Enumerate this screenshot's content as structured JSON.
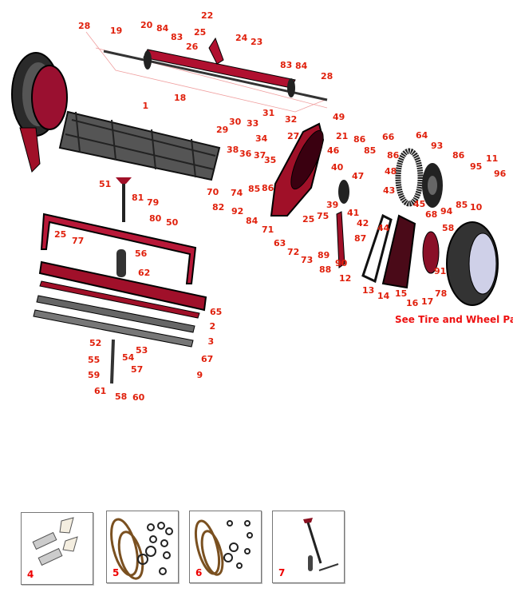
{
  "diagram": {
    "callouts": [
      "28",
      "19",
      "20",
      "84",
      "83",
      "22",
      "25",
      "24",
      "23",
      "26",
      "83",
      "84",
      "28",
      "18",
      "1",
      "31",
      "30",
      "33",
      "32",
      "49",
      "29",
      "27",
      "34",
      "21",
      "86",
      "66",
      "64",
      "38",
      "36",
      "37",
      "85",
      "93",
      "46",
      "35",
      "86",
      "86",
      "11",
      "48",
      "40",
      "47",
      "95",
      "96",
      "51",
      "70",
      "74",
      "85",
      "86",
      "43",
      "81",
      "79",
      "39",
      "75",
      "25",
      "41",
      "45",
      "94",
      "85",
      "10",
      "82",
      "92",
      "80",
      "50",
      "84",
      "68",
      "42",
      "44",
      "58",
      "71",
      "87",
      "25",
      "77",
      "63",
      "72",
      "73",
      "89",
      "90",
      "88",
      "91",
      "56",
      "62",
      "12",
      "13",
      "14",
      "15",
      "78",
      "16",
      "17",
      "65",
      "2",
      "3",
      "52",
      "53",
      "54",
      "55",
      "67",
      "57",
      "9",
      "59",
      "61",
      "58",
      "60"
    ],
    "see_link": "See Tire and Wheel Parts",
    "insets": [
      {
        "number": "4"
      },
      {
        "number": "5"
      },
      {
        "number": "6"
      },
      {
        "number": "7"
      }
    ],
    "colors": {
      "callout": "#e0200c",
      "part_red": "#b0102a",
      "part_dark": "#1a1a1a"
    }
  }
}
